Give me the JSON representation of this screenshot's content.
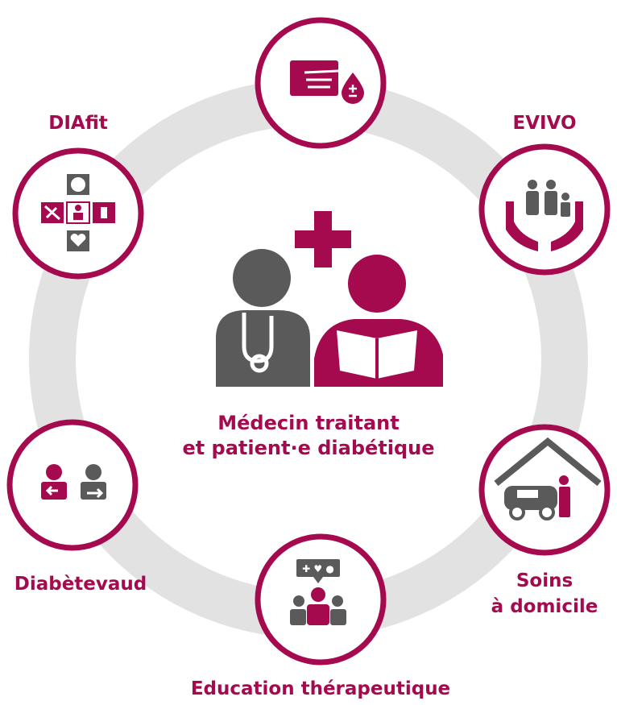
{
  "colors": {
    "primary": "#a50a4f",
    "gray": "#5a5a5a",
    "ring": "#e2e2e2",
    "white": "#ffffff"
  },
  "center": {
    "line1": "Médecin traitant",
    "line2": "et patient·e diabétique",
    "icons": [
      "doctor-icon",
      "patient-reading-icon",
      "medical-cross-icon"
    ]
  },
  "nodes": [
    {
      "id": "glucose-test",
      "label": "",
      "icon": "glucose-test-icon"
    },
    {
      "id": "evivo",
      "label": "EVIVO",
      "icon": "family-care-icon"
    },
    {
      "id": "soins",
      "label_line1": "Soins",
      "label_line2": "à domicile",
      "icon": "home-care-icon"
    },
    {
      "id": "education",
      "label": "Education thérapeutique",
      "icon": "group-education-icon"
    },
    {
      "id": "diabetevaud",
      "label": "Diabètevaud",
      "icon": "exchange-icon"
    },
    {
      "id": "diafit",
      "label": "DIAfit",
      "icon": "activity-cross-icon"
    }
  ]
}
